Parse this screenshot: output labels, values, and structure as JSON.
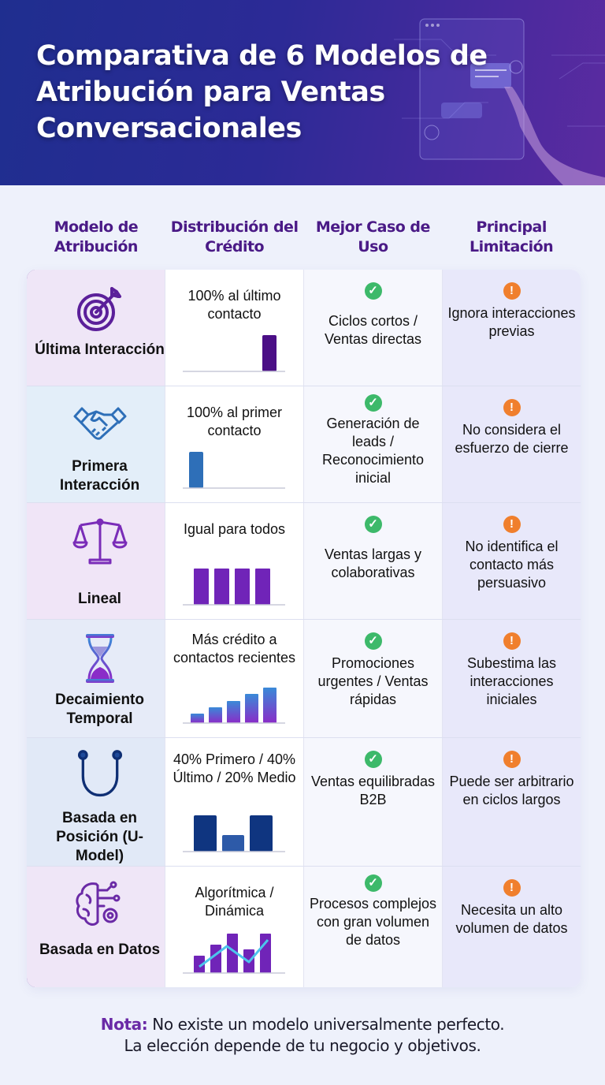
{
  "header": {
    "title": "Comparativa de 6 Modelos de Atribución para Ventas Conversacionales"
  },
  "columns": [
    "Modelo de Atribución",
    "Distribución del Crédito",
    "Mejor Caso de Uso",
    "Principal Limitación"
  ],
  "colors": {
    "check": "#3db96a",
    "warning": "#f07f2d",
    "header_text": "#4a1a86"
  },
  "rows": [
    {
      "model": "Última Interacción",
      "icon": "target-arrow-icon",
      "accent": "#4b1a8c",
      "bg": "#efe6f7",
      "distribution": "100% al último contacto",
      "chart": [
        0,
        0,
        0,
        0,
        100
      ],
      "best_use": "Ciclos cortos / Ventas directas",
      "limitation": "Ignora interacciones previas"
    },
    {
      "model": "Primera Interacción",
      "icon": "handshake-icon",
      "accent": "#2e6fb8",
      "bg": "#e3eef9",
      "distribution": "100% al primer contacto",
      "chart": [
        100,
        0,
        0,
        0,
        0
      ],
      "best_use": "Generación de leads / Reconocimiento inicial",
      "limitation": "No considera el esfuerzo de cierre"
    },
    {
      "model": "Lineal",
      "icon": "balance-scale-icon",
      "accent": "#7a2cb8",
      "bg": "#f0e5f7",
      "distribution": "Igual para todos",
      "chart": [
        25,
        25,
        25,
        25
      ],
      "best_use": "Ventas largas y colaborativas",
      "limitation": "No identifica el contacto más persuasivo"
    },
    {
      "model": "Decaimiento Temporal",
      "icon": "hourglass-icon",
      "accent": "#5a4fd0",
      "bg": "#e6ebf8",
      "distribution": "Más crédito a contactos recientes",
      "chart": [
        10,
        15,
        20,
        25,
        30
      ],
      "best_use": "Promociones urgentes / Ventas rápidas",
      "limitation": "Subestima las interacciones iniciales"
    },
    {
      "model": "Basada en Posición (U-Model)",
      "icon": "u-shape-icon",
      "accent": "#0f2f74",
      "bg": "#e1e9f7",
      "distribution": "40% Primero / 40% Último / 20% Medio",
      "chart": [
        40,
        20,
        40
      ],
      "best_use": "Ventas equilibradas B2B",
      "limitation": "Puede ser arbitrario en ciclos largos"
    },
    {
      "model": "Basada en Datos",
      "icon": "brain-gear-icon",
      "accent": "#4b1a8c",
      "bg": "#efe6f7",
      "distribution": "Algorítmica / Dinámica",
      "chart": [
        35,
        60,
        85,
        50,
        85
      ],
      "best_use": "Procesos complejos con gran volumen de datos",
      "limitation": "Necesita un alto volumen de datos"
    }
  ],
  "note": {
    "label": "Nota:",
    "line1": "No existe un modelo universalmente perfecto.",
    "line2": "La elección depende de tu negocio y objetivos."
  }
}
